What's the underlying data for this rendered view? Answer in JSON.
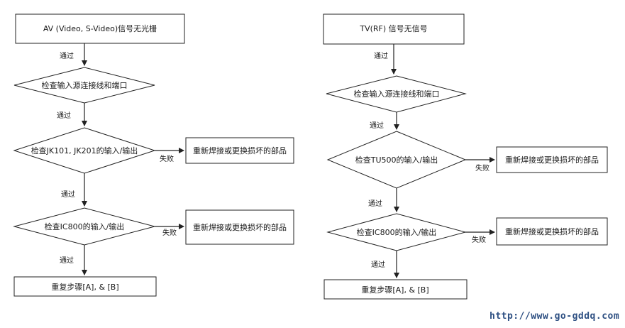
{
  "left_flow": {
    "start": "AV (Video, S-Video)信号无光栅",
    "check1": "检查输入源连接线和端口",
    "check2": "检查JK101, JK201的输入/输出",
    "check3": "检查IC800的输入/输出",
    "fix1": "重新焊接或更换损坏的部品",
    "fix2": "重新焊接或更换损坏的部品",
    "end": "重复步骤[A], & [B]",
    "pass1": "通过",
    "pass2": "通过",
    "pass3": "通过",
    "pass4": "通过",
    "fail1": "失败",
    "fail2": "失败"
  },
  "right_flow": {
    "start": "TV(RF) 信号无信号",
    "check1": "检查输入源连接线和端口",
    "check2": "检查TU500的输入/输出",
    "check3": "检查IC800的输入/输出",
    "fix1": "重新焊接或更换损坏的部品",
    "fix2": "重新焊接或更换损坏的部品",
    "end": "重复步骤[A], & [B]",
    "pass1": "通过",
    "pass2": "通过",
    "pass3": "通过",
    "pass4": "通过",
    "fail1": "失败",
    "fail2": "失败"
  },
  "watermark": "http://www.go-gddq.com"
}
